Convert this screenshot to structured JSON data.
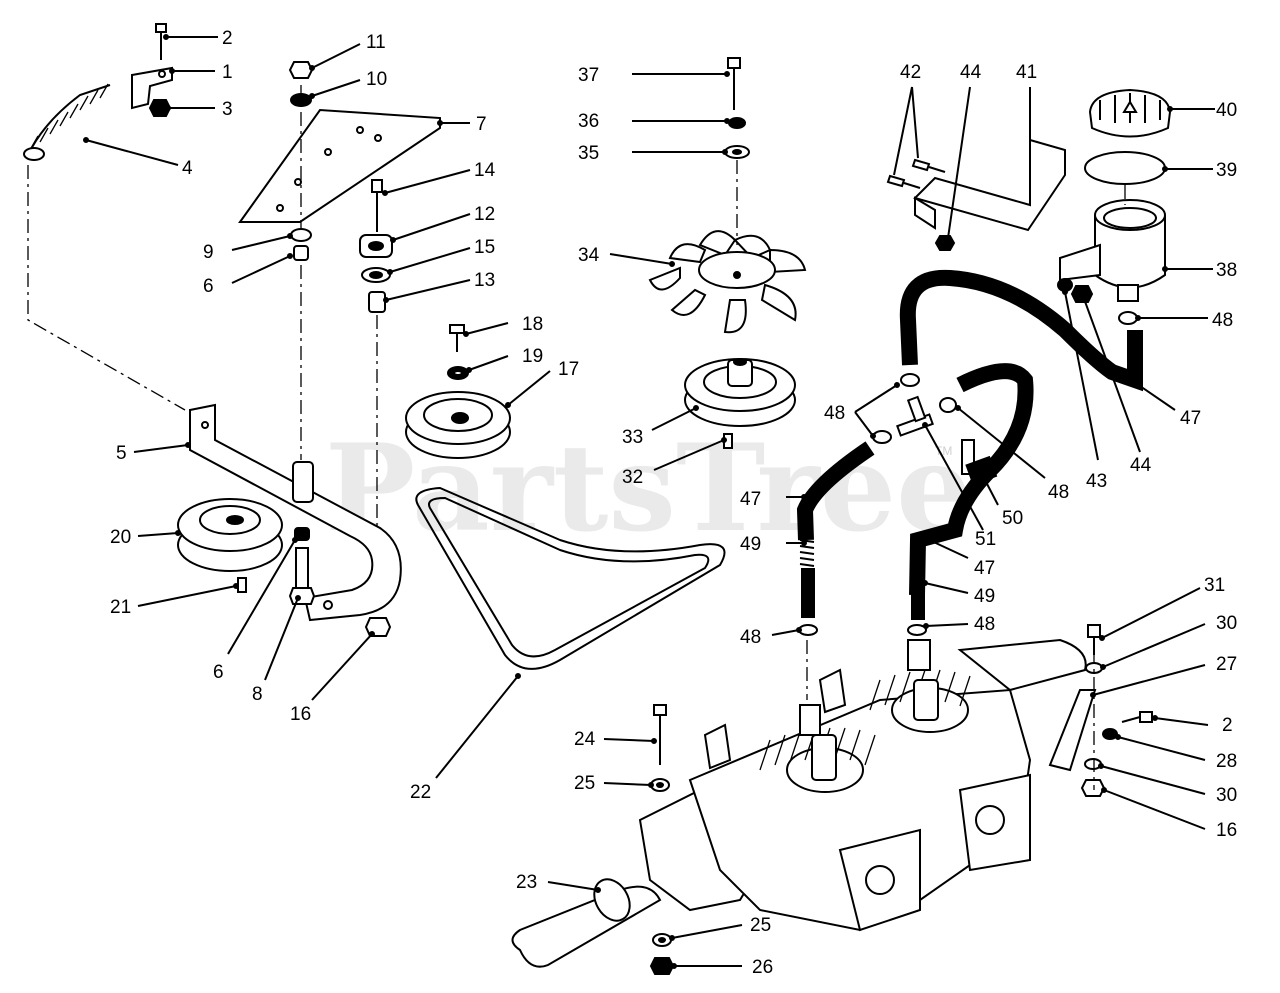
{
  "watermark": {
    "text": "PartsTree",
    "tm": "TM"
  },
  "callouts": [
    "1",
    "2",
    "3",
    "4",
    "5",
    "6",
    "7",
    "8",
    "9",
    "10",
    "11",
    "12",
    "13",
    "14",
    "15",
    "16",
    "17",
    "18",
    "19",
    "20",
    "21",
    "22",
    "23",
    "24",
    "25",
    "26",
    "27",
    "28",
    "30",
    "31",
    "32",
    "33",
    "34",
    "35",
    "36",
    "37",
    "38",
    "39",
    "40",
    "41",
    "42",
    "43",
    "44",
    "47",
    "48",
    "49",
    "50",
    "51"
  ],
  "labels": {
    "l2a": "2",
    "l1": "1",
    "l3": "3",
    "l4": "4",
    "l11": "11",
    "l10": "10",
    "l7": "7",
    "l14": "14",
    "l12": "12",
    "l15": "15",
    "l13": "13",
    "l9": "9",
    "l6a": "6",
    "l5": "5",
    "l20": "20",
    "l21": "21",
    "l6b": "6",
    "l8": "8",
    "l16a": "16",
    "l18": "18",
    "l19": "19",
    "l17": "17",
    "l22": "22",
    "l37": "37",
    "l36": "36",
    "l35": "35",
    "l34": "34",
    "l33": "33",
    "l32": "32",
    "l42": "42",
    "l44a": "44",
    "l41": "41",
    "l40": "40",
    "l39": "39",
    "l38": "38",
    "l48a": "48",
    "l47a": "47",
    "l48b": "48",
    "l43": "43",
    "l44b": "44",
    "l48c": "48",
    "l47b": "47",
    "l49a": "49",
    "l50": "50",
    "l51": "51",
    "l47c": "47",
    "l49b": "49",
    "l48d": "48",
    "l48e": "48",
    "l31": "31",
    "l30a": "30",
    "l27": "27",
    "l2b": "2",
    "l28": "28",
    "l30b": "30",
    "l16b": "16",
    "l24": "24",
    "l25a": "25",
    "l23": "23",
    "l25b": "25",
    "l26": "26"
  }
}
